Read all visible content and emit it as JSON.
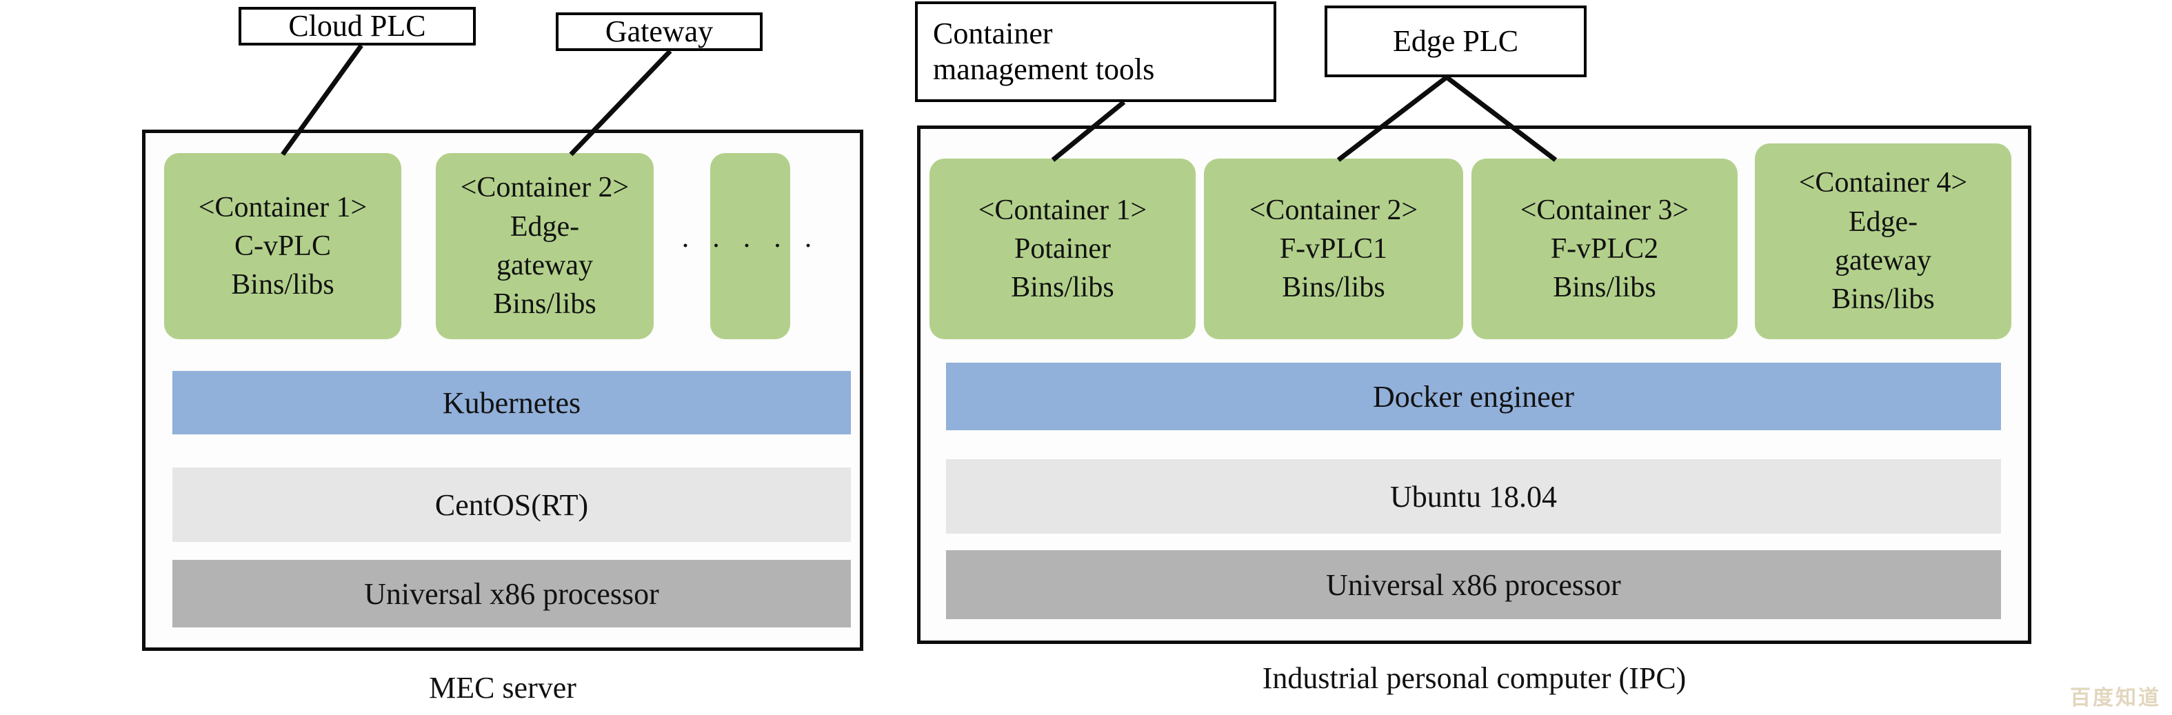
{
  "diagram": {
    "title_left_caption": "MEC server",
    "title_right_caption": "Industrial personal computer (IPC)",
    "watermark": "百度知道",
    "colors": {
      "container_green": "#b2d08b",
      "runtime_blue": "#91b0da",
      "os_light_gray": "#e6e6e6",
      "hardware_gray": "#b3b3b3",
      "outline_black": "#0d0d0d",
      "page_background": "#ffffff"
    }
  },
  "left_panel": {
    "callouts": [
      {
        "id": "cloud-plc",
        "label": "Cloud PLC",
        "points_to": "left-container-1"
      },
      {
        "id": "gateway",
        "label": "Gateway",
        "points_to": "left-container-2"
      }
    ],
    "containers": [
      {
        "id": "left-container-1",
        "header": "<Container 1>",
        "lines": [
          "C-vPLC",
          "Bins/libs"
        ]
      },
      {
        "id": "left-container-2",
        "header": "<Container 2>",
        "lines": [
          "Edge-",
          "gateway",
          "Bins/libs"
        ]
      },
      {
        "id": "left-container-more",
        "header": "",
        "lines": [
          "· · · · ·"
        ],
        "is_ellipsis": true
      }
    ],
    "layers": [
      {
        "id": "left-runtime",
        "label": "Kubernetes",
        "style": "blue"
      },
      {
        "id": "left-os",
        "label": "CentOS(RT)",
        "style": "light"
      },
      {
        "id": "left-hardware",
        "label": "Universal x86 processor",
        "style": "gray"
      }
    ]
  },
  "right_panel": {
    "callouts": [
      {
        "id": "container-management-tools",
        "label_line_1": "Container",
        "label_line_2": "management tools",
        "points_to": "right-container-1"
      },
      {
        "id": "edge-plc",
        "label": "Edge PLC",
        "points_to": "right-container-2, right-container-3"
      }
    ],
    "containers": [
      {
        "id": "right-container-1",
        "header": "<Container 1>",
        "lines": [
          "Potainer",
          "Bins/libs"
        ]
      },
      {
        "id": "right-container-2",
        "header": "<Container 2>",
        "lines": [
          "F-vPLC1",
          "Bins/libs"
        ]
      },
      {
        "id": "right-container-3",
        "header": "<Container 3>",
        "lines": [
          "F-vPLC2",
          "Bins/libs"
        ]
      },
      {
        "id": "right-container-4",
        "header": "<Container 4>",
        "lines": [
          "Edge-",
          "gateway",
          "Bins/libs"
        ]
      }
    ],
    "layers": [
      {
        "id": "right-runtime",
        "label": "Docker engineer",
        "style": "blue"
      },
      {
        "id": "right-os",
        "label": "Ubuntu 18.04",
        "style": "light"
      },
      {
        "id": "right-hardware",
        "label": "Universal x86 processor",
        "style": "gray"
      }
    ]
  }
}
